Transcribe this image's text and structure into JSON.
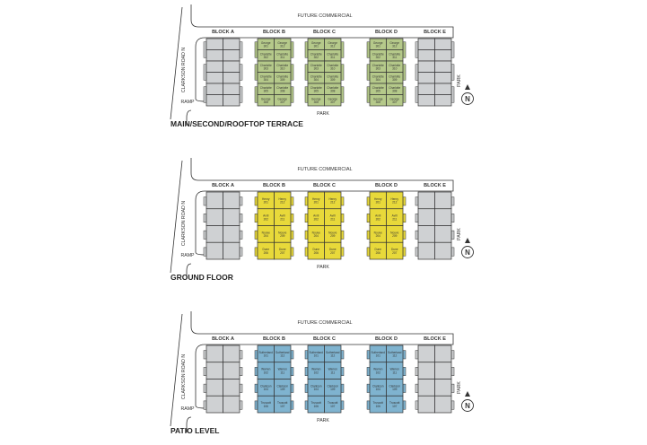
{
  "labels": {
    "future_commercial": "FUTURE COMMERCIAL",
    "road": "CLARKSON ROAD N",
    "ramp": "RAMP",
    "park": "PARK",
    "north": "N"
  },
  "blocks": [
    "BLOCK A",
    "BLOCK B",
    "BLOCK C",
    "BLOCK D",
    "BLOCK E"
  ],
  "colors": {
    "gray": "#cfd1d3",
    "green": "#b5c98a",
    "yellow": "#e8d93a",
    "blue": "#7fb3cf",
    "outline": "#333333"
  },
  "panels": [
    {
      "title": "MAIN/SECOND/ROOFTOP TERRACE",
      "color": "green",
      "left_units": [
        [
          "George",
          "301"
        ],
        [
          "Charlotte",
          "302"
        ],
        [
          "Charlotte",
          "303"
        ],
        [
          "Charlotte",
          "304"
        ],
        [
          "Charlotte",
          "305"
        ],
        [
          "George",
          "306"
        ]
      ],
      "right_units": [
        [
          "George",
          "312"
        ],
        [
          "Charlotte",
          "311"
        ],
        [
          "Charlotte",
          "310"
        ],
        [
          "Charlotte",
          "309"
        ],
        [
          "Charlotte",
          "308"
        ],
        [
          "George",
          "307"
        ]
      ]
    },
    {
      "title": "GROUND FLOOR",
      "color": "yellow",
      "left_units": [
        [
          "Henry",
          "201"
        ],
        [
          "Avril",
          "202"
        ],
        [
          "Nouve",
          "204"
        ],
        [
          "Dune",
          "206"
        ]
      ],
      "right_units": [
        [
          "Henry",
          "212"
        ],
        [
          "Avril",
          "211"
        ],
        [
          "Nouve",
          "209"
        ],
        [
          "Dune",
          "207"
        ]
      ]
    },
    {
      "title": "PATIO LEVEL",
      "color": "blue",
      "left_units": [
        [
          "Sutherland",
          "101"
        ],
        [
          "Warren",
          "102"
        ],
        [
          "Clarkson",
          "104"
        ],
        [
          "Truscott",
          "106"
        ]
      ],
      "right_units": [
        [
          "Sutherland",
          "112"
        ],
        [
          "Warren",
          "111"
        ],
        [
          "Clarkson",
          "109"
        ],
        [
          "Truscott",
          "107"
        ]
      ]
    }
  ]
}
